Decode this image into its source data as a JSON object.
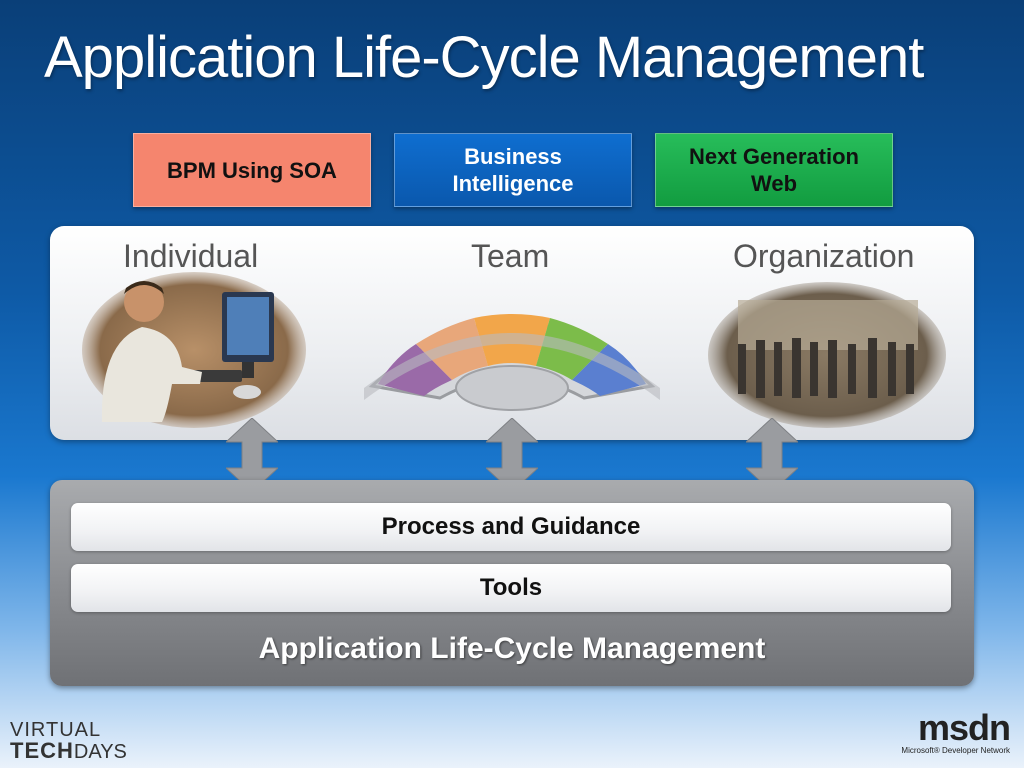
{
  "slide": {
    "title": "Application Life-Cycle Management"
  },
  "top_boxes": [
    {
      "label": "BPM Using SOA",
      "color": "#f5856e"
    },
    {
      "label": "Business Intelligence",
      "color": "#0f6ed0"
    },
    {
      "label": "Next Generation Web",
      "color": "#27bd5a"
    }
  ],
  "columns": [
    {
      "label": "Individual"
    },
    {
      "label": "Team"
    },
    {
      "label": "Organization"
    }
  ],
  "layers": {
    "process": "Process and Guidance",
    "tools": "Tools",
    "base_label": "Application Life-Cycle Management"
  },
  "footer": {
    "left_logo_line1": "VIRTUAL",
    "left_logo_line2_bold": "TECH",
    "left_logo_line2_rest": "DAYS",
    "right_logo_word": "msdn",
    "right_logo_sub": "Microsoft® Developer Network"
  },
  "colors": {
    "background_top": "#0a3f78",
    "base_gray": "#8b8d91",
    "arrow_gray": "#9a9ca0"
  }
}
